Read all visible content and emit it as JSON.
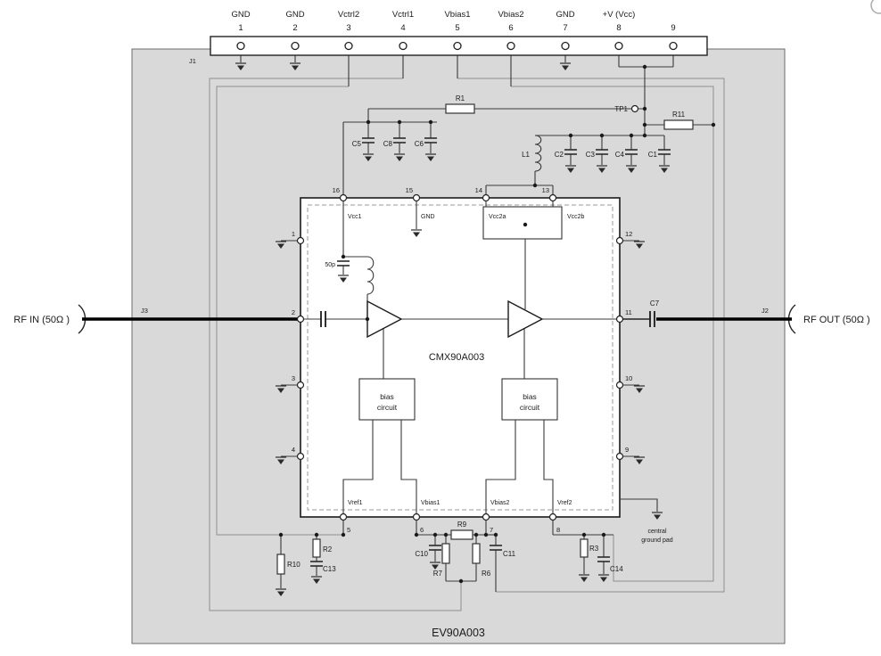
{
  "colors": {
    "board": "#d9d9d9"
  },
  "connector": {
    "label": "J1",
    "pins": [
      {
        "name": "GND",
        "num": "1"
      },
      {
        "name": "GND",
        "num": "2"
      },
      {
        "name": "Vctrl2",
        "num": "3"
      },
      {
        "name": "Vctrl1",
        "num": "4"
      },
      {
        "name": "Vbias1",
        "num": "5"
      },
      {
        "name": "Vbias2",
        "num": "6"
      },
      {
        "name": "GND",
        "num": "7"
      },
      {
        "name": "+V (Vcc)",
        "num": "8"
      },
      {
        "name": "",
        "num": "9"
      }
    ]
  },
  "board": {
    "name": "EV90A003"
  },
  "rf": {
    "in_label": "RF IN (50Ω )",
    "out_label": "RF OUT (50Ω )",
    "j3": "J3",
    "j2": "J2"
  },
  "ic": {
    "name": "CMX90A003",
    "top_pins": [
      {
        "num": "16",
        "label": "Vcc1"
      },
      {
        "num": "15",
        "label": "GND"
      },
      {
        "num": "14",
        "label": "Vcc2a"
      },
      {
        "num": "13",
        "label": "Vcc2b"
      }
    ],
    "bottom_pins": [
      {
        "num": "5",
        "label": "Vref1"
      },
      {
        "num": "6",
        "label": "Vbias1"
      },
      {
        "num": "7",
        "label": "Vbias2"
      },
      {
        "num": "8",
        "label": "Vref2"
      }
    ],
    "left_pins": [
      "1",
      "2",
      "3",
      "4"
    ],
    "right_pins": [
      "12",
      "11",
      "10",
      "9"
    ],
    "bias_box": {
      "line1": "bias",
      "line2": "circuit"
    },
    "internal_cap": "50p"
  },
  "components": {
    "R1": "R1",
    "R2": "R2",
    "R3": "R3",
    "R6": "R6",
    "R7": "R7",
    "R9": "R9",
    "R10": "R10",
    "R11": "R11",
    "C1": "C1",
    "C2": "C2",
    "C3": "C3",
    "C4": "C4",
    "C5": "C5",
    "C6": "C6",
    "C7": "C7",
    "C8": "C8",
    "C10": "C10",
    "C11": "C11",
    "C13": "C13",
    "C14": "C14",
    "L1": "L1",
    "TP1": "TP1"
  },
  "notes": {
    "central_pad_line1": "central",
    "central_pad_line2": "ground pad"
  }
}
